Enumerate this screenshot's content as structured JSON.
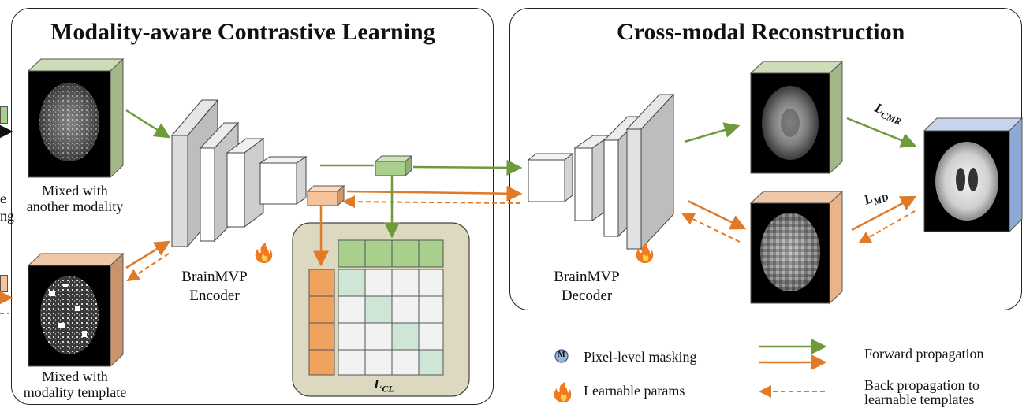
{
  "titles": {
    "contrastive": "Modality-aware Contrastive Learning",
    "reconstruction": "Cross-modal Reconstruction"
  },
  "left_edge": {
    "frag_top": "e",
    "frag_mid": "ng"
  },
  "images": {
    "top_caption": [
      "Mixed with",
      "another modality"
    ],
    "bottom_caption": [
      "Mixed with",
      "modality template"
    ]
  },
  "encoder": {
    "label": [
      "BrainMVP",
      "Encoder"
    ]
  },
  "decoder": {
    "label": [
      "BrainMVP",
      "Decoder"
    ]
  },
  "losses": {
    "cl": "L",
    "cl_sub": "CL",
    "cmr": "L",
    "cmr_sub": "CMR",
    "md": "L",
    "md_sub": "MD"
  },
  "legend": {
    "masking_symbol": "M",
    "masking": "Pixel-level masking",
    "learnable": "Learnable params",
    "forward": "Forward propagation",
    "back": [
      "Back propagation to",
      "learnable templates"
    ]
  },
  "colors": {
    "green": "#6f9a3c",
    "orange": "#e07a26",
    "green_fill": "#a9cf8c",
    "orange_fill": "#f6c39b",
    "blue_fill": "#8fa9d6",
    "matrix_diag": "#cfe6d6",
    "matrix_bg": "#ddd9c1"
  }
}
